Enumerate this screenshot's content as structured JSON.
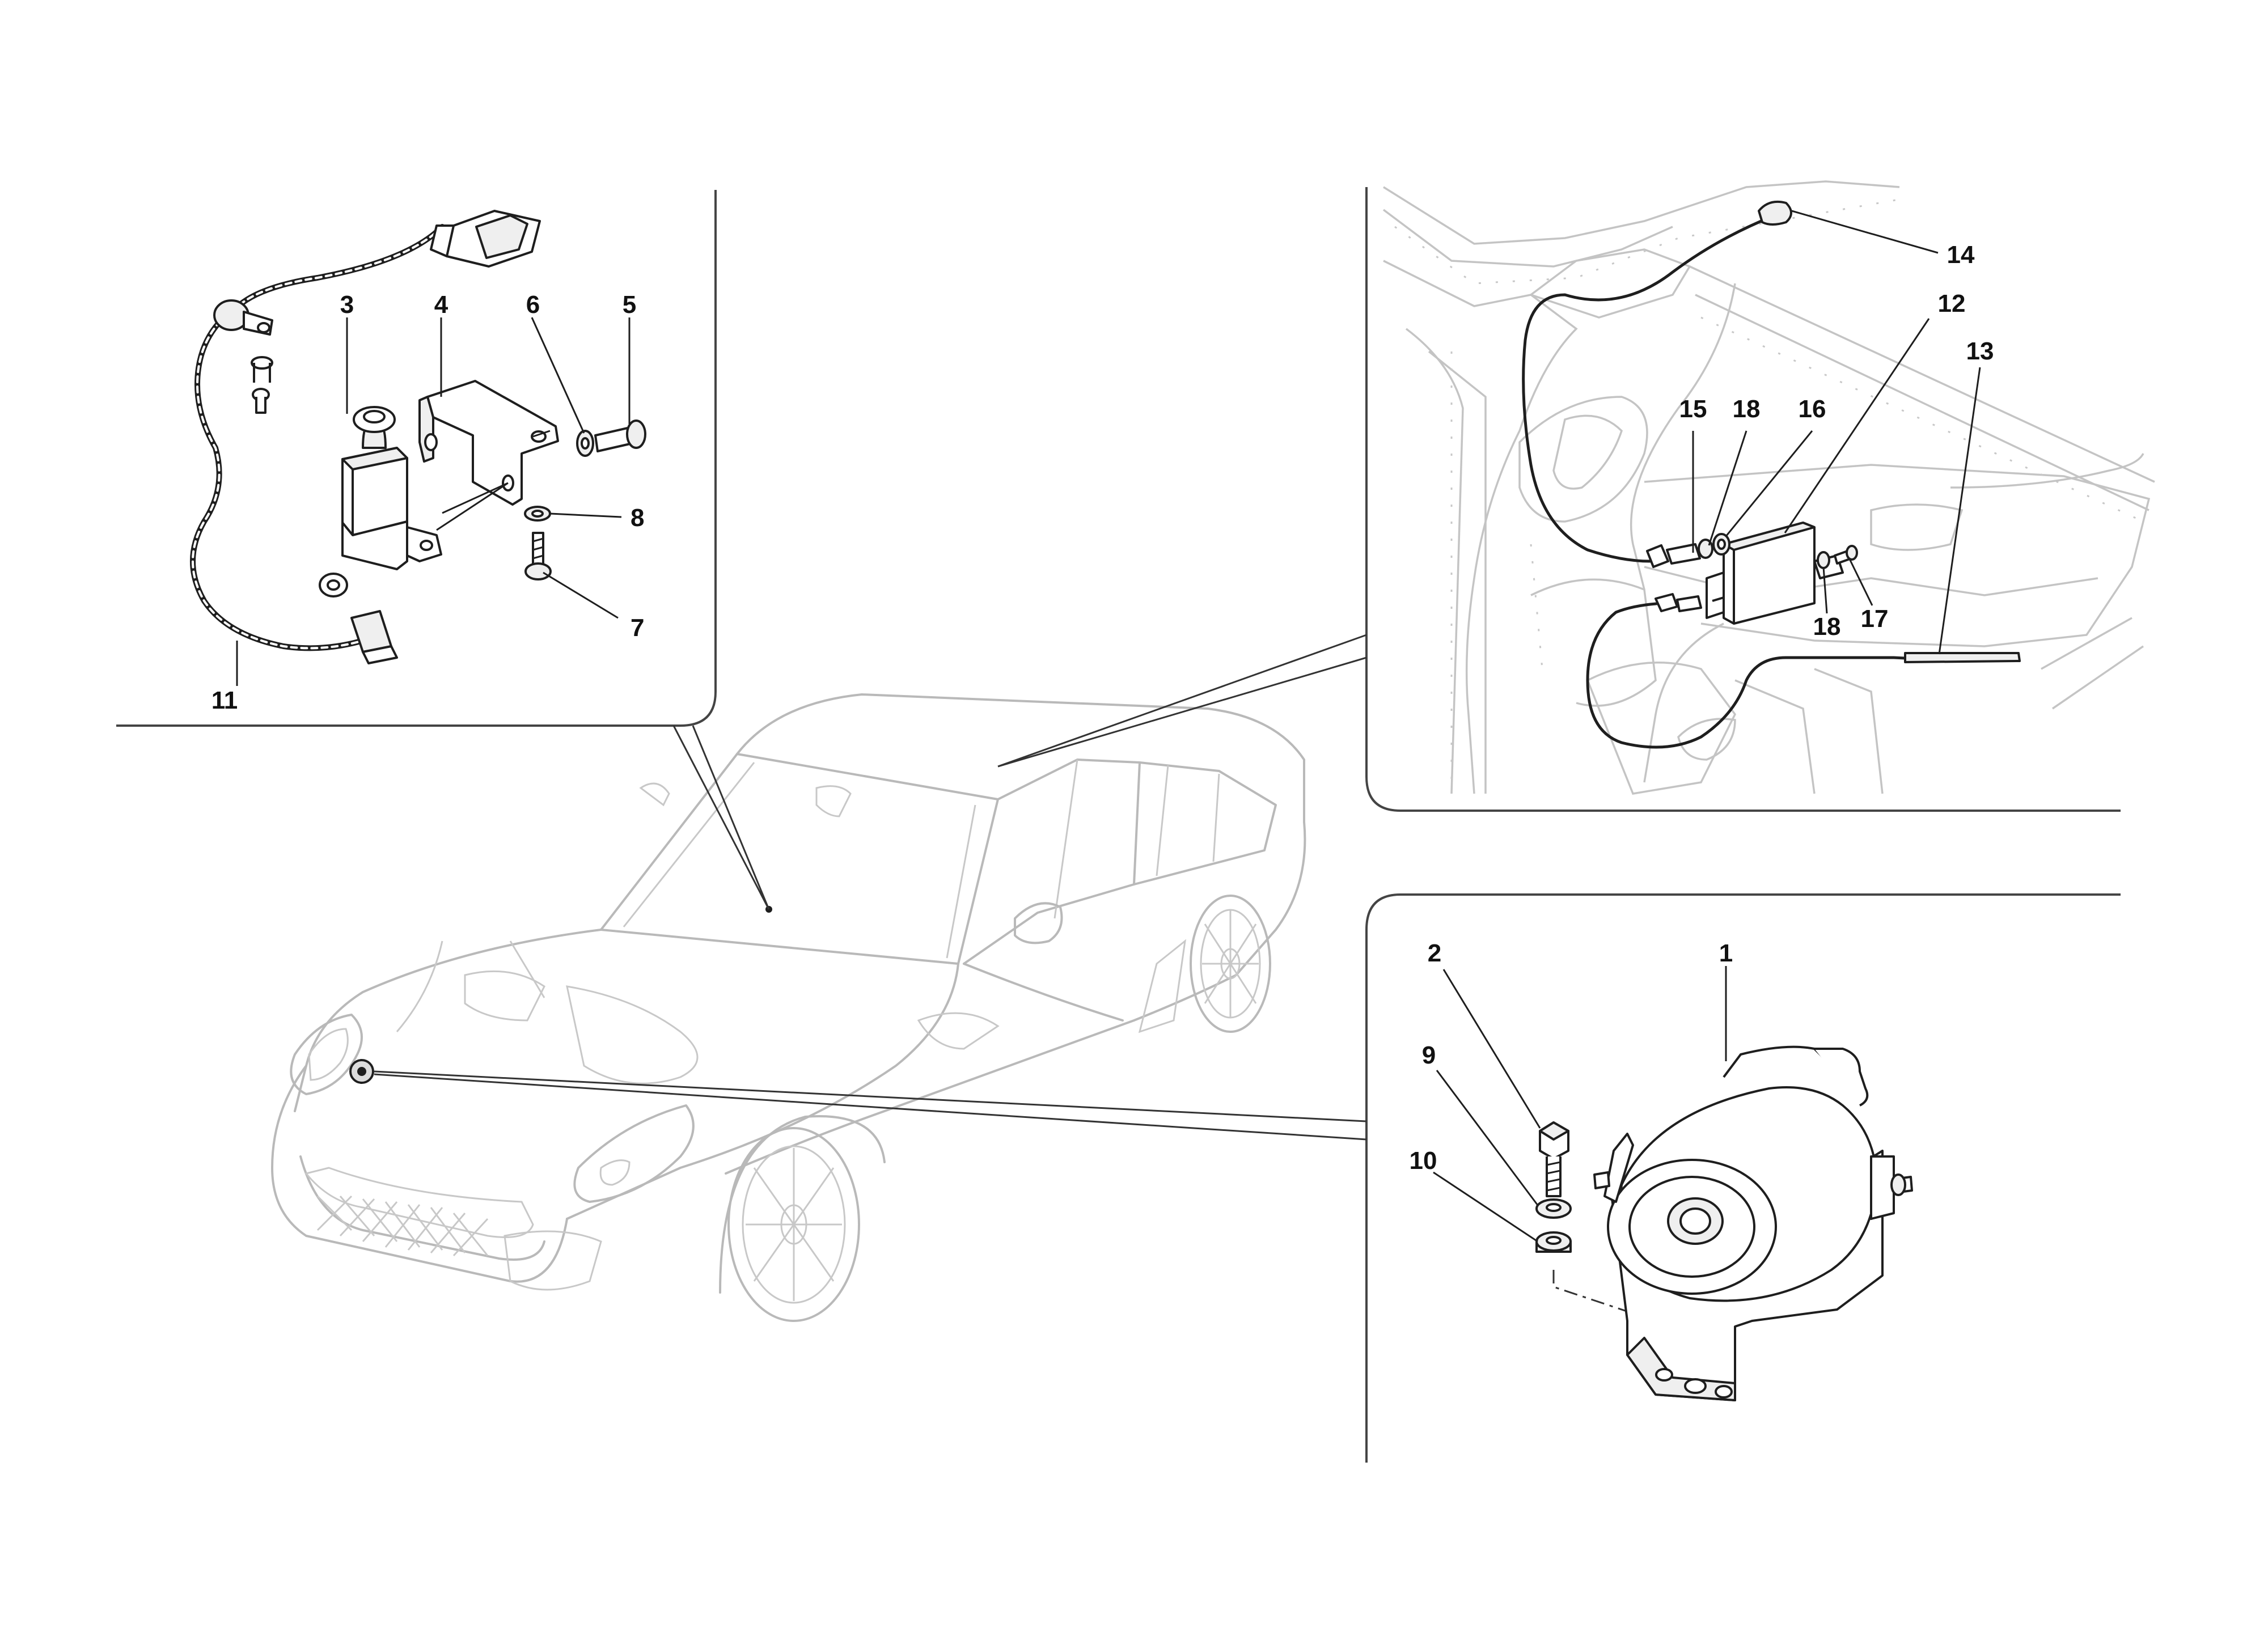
{
  "callouts": {
    "c1": "1",
    "c2": "2",
    "c3": "3",
    "c4": "4",
    "c5": "5",
    "c6": "6",
    "c7": "7",
    "c8": "8",
    "c9": "9",
    "c10": "10",
    "c11": "11",
    "c12": "12",
    "c13": "13",
    "c14": "14",
    "c15": "15",
    "c16": "16",
    "c17": "17",
    "c18a": "18",
    "c18b": "18"
  },
  "colors": {
    "line": "#1e1e1e",
    "ghost": "#b9b9b9",
    "frame": "#444444",
    "background": "#ffffff"
  },
  "icons": {
    "car": "car-outline-icon",
    "siren": "siren-icon",
    "sensor": "tilt-sensor-icon",
    "module": "antenna-module-icon"
  }
}
